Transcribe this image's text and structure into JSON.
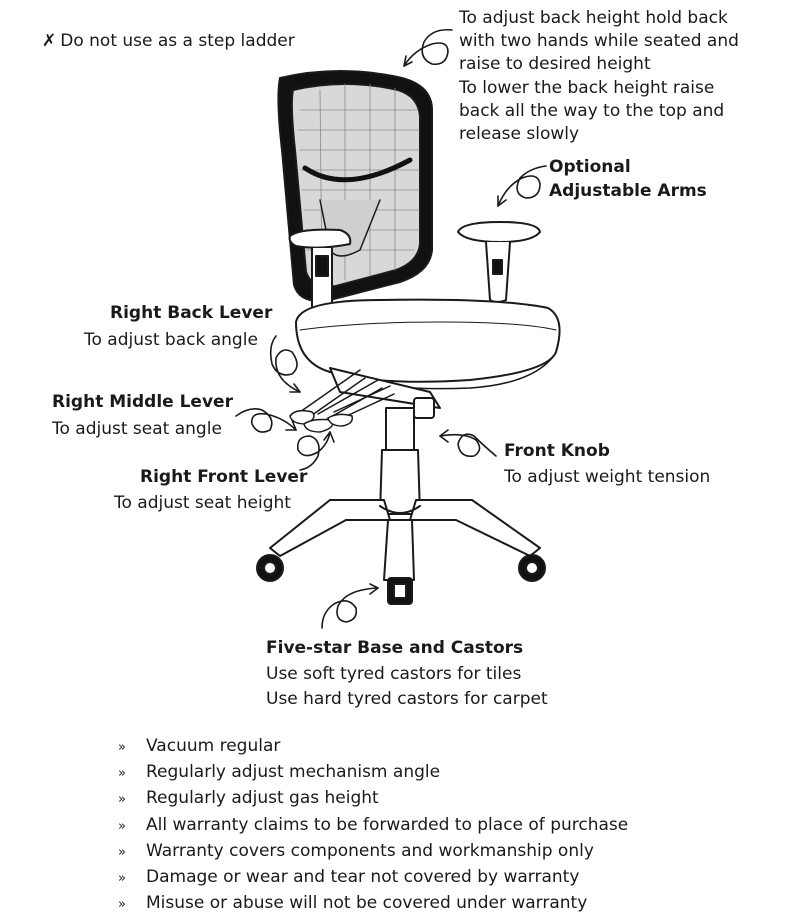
{
  "warning": {
    "mark": "✗",
    "text": "Do not use as a step ladder"
  },
  "back_height": {
    "lines": [
      "To adjust back height hold back",
      "with two hands while seated and",
      "raise to desired height",
      "To lower the back height raise",
      "back all the way to the top and",
      "release slowly"
    ]
  },
  "arms": {
    "title_1": "Optional",
    "title_2": "Adjustable Arms"
  },
  "back_lever": {
    "title": "Right Back Lever",
    "desc": "To adjust back angle"
  },
  "middle_lever": {
    "title": "Right Middle Lever",
    "desc": "To adjust seat angle"
  },
  "front_lever": {
    "title": "Right Front Lever",
    "desc": "To adjust seat height"
  },
  "front_knob": {
    "title": "Front Knob",
    "desc": "To adjust weight tension"
  },
  "base": {
    "title": "Five-star Base and Castors",
    "line1": "Use soft tyred castors for tiles",
    "line2": "Use hard tyred castors for carpet"
  },
  "care_list": {
    "bullet": "»",
    "items": [
      "Vacuum regular",
      "Regularly adjust mechanism angle",
      "Regularly adjust gas height",
      "All warranty claims to be forwarded to place of purchase",
      "Warranty covers components and workmanship only",
      "Damage or wear and tear not covered by warranty",
      "Misuse or abuse will not be covered under warranty"
    ]
  }
}
